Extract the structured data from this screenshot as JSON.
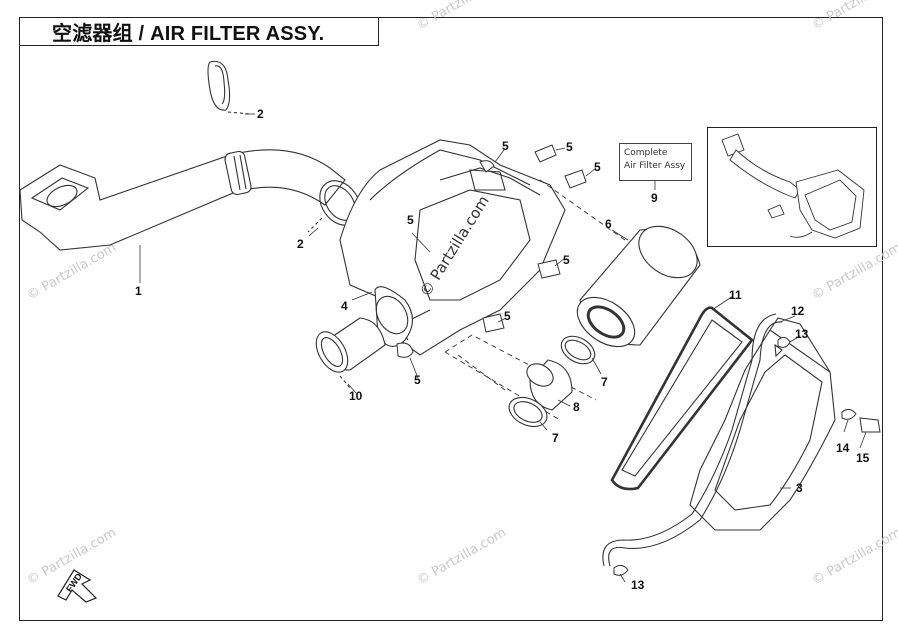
{
  "title": "空滤器组 / AIR FILTER ASSY.",
  "inset_caption": {
    "line1": "Complete",
    "line2": "Air Filter Assy"
  },
  "watermark": "© Partzilla.com",
  "fwd_label": "FWD",
  "callouts": {
    "c1": "1",
    "c2a": "2",
    "c2b": "2",
    "c3": "3",
    "c4": "4",
    "c5a": "5",
    "c5b": "5",
    "c5c": "5",
    "c5d": "5",
    "c5e": "5",
    "c5f": "5",
    "c5g": "5",
    "c6": "6",
    "c7a": "7",
    "c7b": "7",
    "c8": "8",
    "c9": "9",
    "c10": "10",
    "c11": "11",
    "c12": "12",
    "c13a": "13",
    "c13b": "13",
    "c14": "14",
    "c15": "15"
  }
}
